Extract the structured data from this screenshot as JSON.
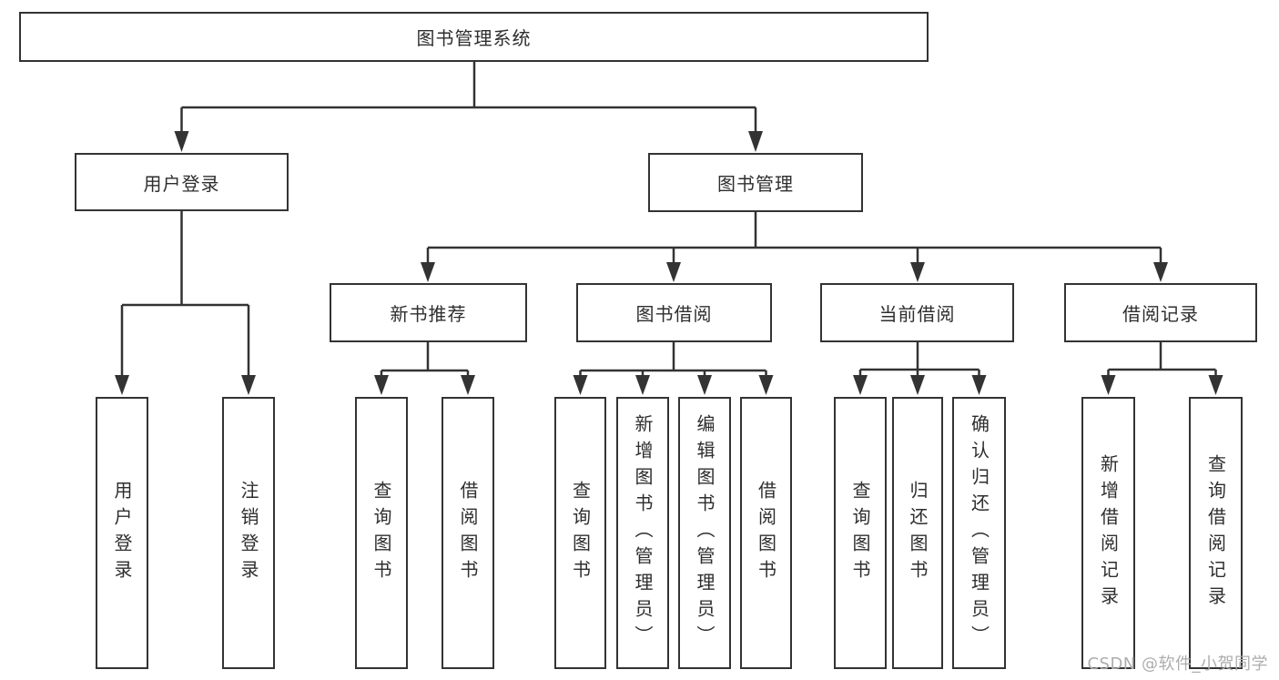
{
  "tree": {
    "root": {
      "label": "图书管理系统"
    },
    "branches": [
      {
        "label": "用户登录",
        "children": [
          {
            "label": "用户登录"
          },
          {
            "label": "注销登录"
          }
        ]
      },
      {
        "label": "图书管理",
        "children": [
          {
            "label": "新书推荐",
            "children": [
              {
                "label": "查询图书"
              },
              {
                "label": "借阅图书"
              }
            ]
          },
          {
            "label": "图书借阅",
            "children": [
              {
                "label": "查询图书"
              },
              {
                "label": "新增图书（管理员）"
              },
              {
                "label": "编辑图书（管理员）"
              },
              {
                "label": "借阅图书"
              }
            ]
          },
          {
            "label": "当前借阅",
            "children": [
              {
                "label": "查询图书"
              },
              {
                "label": "归还图书"
              },
              {
                "label": "确认归还（管理员）"
              }
            ]
          },
          {
            "label": "借阅记录",
            "children": [
              {
                "label": "新增借阅记录"
              },
              {
                "label": "查询借阅记录"
              }
            ]
          }
        ]
      }
    ]
  },
  "watermark": "CSDN @软件_小贺同学",
  "colors": {
    "line": "#333333",
    "text": "#2e2e2e",
    "watermark": "#adadad",
    "background": "#ffffff"
  }
}
